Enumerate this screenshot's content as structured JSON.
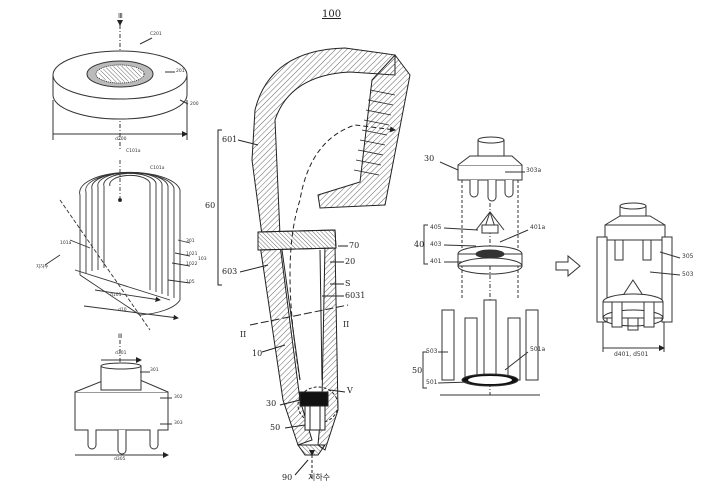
{
  "figure_number": "100",
  "top_left": {
    "axis_top": "Ⅲ",
    "center": "C201",
    "ring": "201",
    "disc": "200",
    "dim": "d200",
    "axis_mid": "C101a"
  },
  "mid_left": {
    "core": "C101a",
    "layers": [
      "301",
      "1021",
      "1022",
      "103",
      "105"
    ],
    "left_ref": "101a",
    "bottom_ref": "지하수",
    "dim_inner": "d101",
    "dim_outer": "d10"
  },
  "bottom_left": {
    "axis": "Ⅲ",
    "dim_top": "d301",
    "cap": "301",
    "body": "302",
    "legs": "303",
    "dim_bottom": "d305"
  },
  "center": {
    "bracket_60": "60",
    "ref_601": "601",
    "ref_603": "603",
    "ref_70": "70",
    "ref_20": "20",
    "ref_S": "S",
    "ref_6031": "6031",
    "section_left": "II",
    "section_right": "II",
    "ref_10": "10",
    "ref_V": "V",
    "ref_30": "30",
    "ref_50": "50",
    "ref_90": "90",
    "water_label": "지하수"
  },
  "right_parts": {
    "ref_30": "30",
    "ref_303a": "303a",
    "ref_40": "40",
    "ref_405": "405",
    "ref_403": "403",
    "ref_401": "401",
    "ref_401a": "401a",
    "ref_50": "50",
    "ref_503": "503",
    "ref_501": "501",
    "ref_501a": "501a"
  },
  "assembled": {
    "ref_305": "305",
    "ref_503": "503",
    "dim": "d401, d501"
  }
}
